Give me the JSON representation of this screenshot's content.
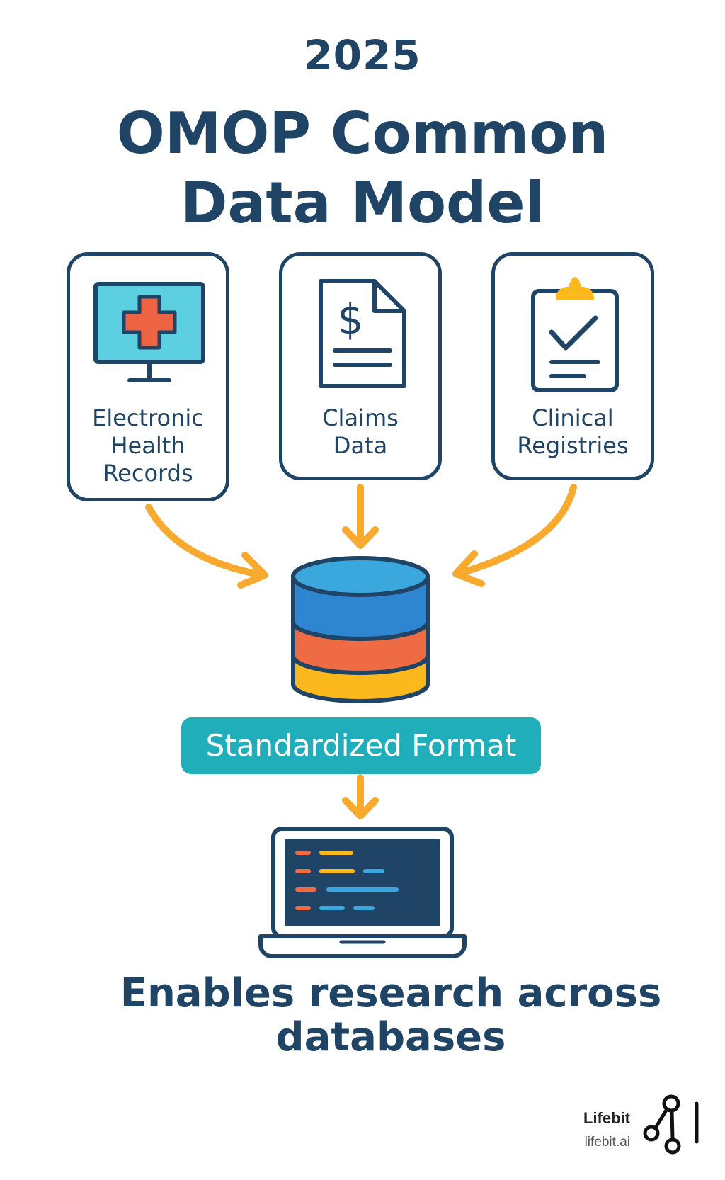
{
  "header": {
    "year": "2025",
    "title_lines": [
      "OMOP Common",
      "Data Model"
    ]
  },
  "sources": [
    {
      "icon": "monitor-medical-cross-icon",
      "label_lines": [
        "Electronic",
        "Health",
        "Records"
      ]
    },
    {
      "icon": "invoice-document-dollar-icon",
      "label_lines": [
        "Claims",
        "Data"
      ]
    },
    {
      "icon": "clipboard-checkmark-icon",
      "label_lines": [
        "Clinical",
        "Registries"
      ]
    }
  ],
  "hub": {
    "icon": "database-stack-icon",
    "label": "Standardized Format"
  },
  "outcome": {
    "icon": "laptop-code-icon",
    "text_lines": [
      "Enables research across",
      "databases"
    ]
  },
  "brand": {
    "name": "Lifebit",
    "url": "lifebit.ai",
    "icon": "lifebit-network-logo-icon"
  },
  "colors": {
    "navy": "#1f4466",
    "teal": "#20aebb",
    "orange_arrow": "#f7aa2e",
    "cross_red": "#ee6341",
    "screen_cyan": "#5cd0e0",
    "db_blue": "#2e86d0",
    "db_orange": "#ee6b44",
    "db_yellow": "#fbb91e"
  }
}
